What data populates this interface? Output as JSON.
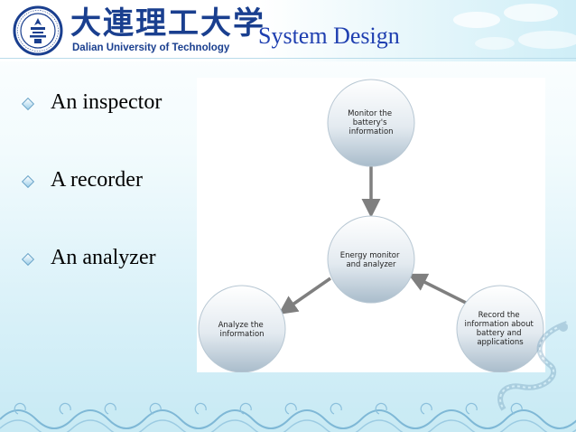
{
  "header": {
    "university_cn": "大連理工大学",
    "university_en": "Dalian University of Technology",
    "title": "System Design"
  },
  "bullets": [
    {
      "text": "An inspector"
    },
    {
      "text": "A recorder"
    },
    {
      "text": "An analyzer"
    }
  ],
  "diagram": {
    "nodes": [
      {
        "lines": [
          "Monitor the",
          "battery's",
          "information"
        ]
      },
      {
        "lines": [
          "Energy monitor",
          "and analyzer"
        ]
      },
      {
        "lines": [
          "Analyze the",
          "information"
        ]
      },
      {
        "lines": [
          "Record the",
          "information about",
          "battery and",
          "applications"
        ]
      }
    ]
  },
  "colors": {
    "title": "#1f3fb0",
    "university": "#1a3f8f",
    "node_fill_top": "#ffffff",
    "node_fill_bottom": "#a9bccb",
    "arrow": "#7f7f7f"
  },
  "icons": {
    "logo": "university-seal-icon",
    "bullet": "diamond-bullet-icon"
  }
}
